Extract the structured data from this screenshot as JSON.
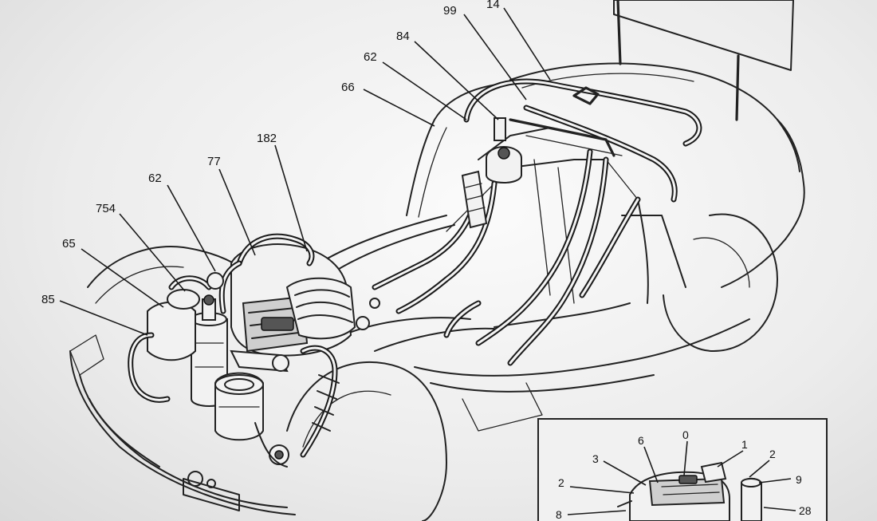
{
  "callouts": {
    "c_99": "99",
    "c_14": "14",
    "c_84": "84",
    "c_62a": "62",
    "c_66": "66",
    "c_182": "182",
    "c_77": "77",
    "c_62b": "62",
    "c_754": "754",
    "c_65": "65",
    "c_85": "85"
  },
  "inset": {
    "c_6": "6",
    "c_0": "0",
    "c_1": "1",
    "c_3": "3",
    "c_2": "2",
    "c_2b": "2",
    "c_9": "9",
    "c_8": "8",
    "c_28": "28"
  }
}
